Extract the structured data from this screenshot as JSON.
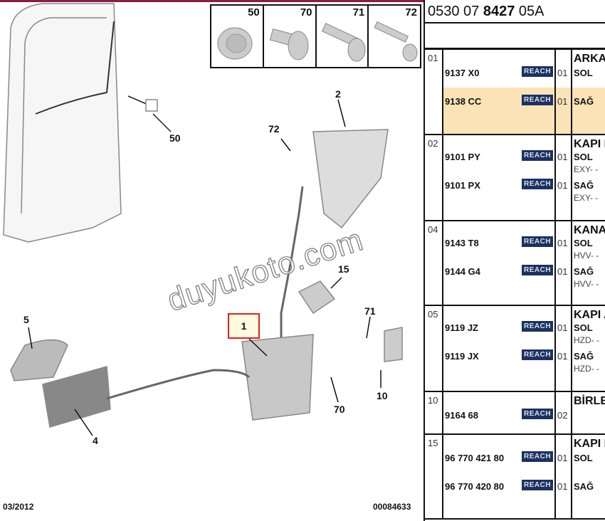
{
  "diagram": {
    "callouts": [
      "50",
      "70",
      "71",
      "72"
    ],
    "labels": {
      "l50": "50",
      "l2": "2",
      "l72": "72",
      "l15": "15",
      "l1": "1",
      "l5": "5",
      "l71": "71",
      "l10": "10",
      "l70": "70",
      "l4": "4"
    },
    "date": "03/2012",
    "code": "00084633",
    "watermark": "duyukoto.com"
  },
  "table": {
    "title_prefix": "0530 07 ",
    "title_bold": "8427",
    "title_suffix": " 05A",
    "badge": "REACH",
    "highlight_color": "#fbe3b8",
    "groups": [
      {
        "ref": "01",
        "desc": "ARKA K",
        "rows": [
          {
            "pn": "9137 X0",
            "qty": "01",
            "side": "SOL"
          },
          {
            "pn": "9138 CC",
            "qty": "01",
            "side": "SAĞ",
            "highlighted": true
          }
        ]
      },
      {
        "ref": "02",
        "desc": "KAPI K",
        "rows": [
          {
            "pn": "9101 PY",
            "qty": "01",
            "side": "SOL",
            "note": "EXY- -"
          },
          {
            "pn": "9101 PX",
            "qty": "01",
            "side": "SAĞ",
            "note": "EXY- -"
          }
        ]
      },
      {
        "ref": "04",
        "desc": "KANAT",
        "rows": [
          {
            "pn": "9143 T8",
            "qty": "01",
            "side": "SOL",
            "note": "HVV- -"
          },
          {
            "pn": "9144 G4",
            "qty": "01",
            "side": "SAĞ",
            "note": "HVV- -"
          }
        ]
      },
      {
        "ref": "05",
        "desc": "KAPI A",
        "rows": [
          {
            "pn": "9119 JZ",
            "qty": "01",
            "side": "SOL",
            "note": "HZD- -"
          },
          {
            "pn": "9119 JX",
            "qty": "01",
            "side": "SAĞ",
            "note": "HZD- -"
          }
        ]
      },
      {
        "ref": "10",
        "desc": "BİRLEŞ",
        "rows": [
          {
            "pn": "9164 68",
            "qty": "02"
          }
        ]
      },
      {
        "ref": "15",
        "desc": "KAPI K",
        "rows": [
          {
            "pn": "96 770 421 80",
            "qty": "01",
            "side": "SOL"
          },
          {
            "pn": "96 770 420 80",
            "qty": "01",
            "side": "SAĞ"
          }
        ]
      }
    ]
  }
}
